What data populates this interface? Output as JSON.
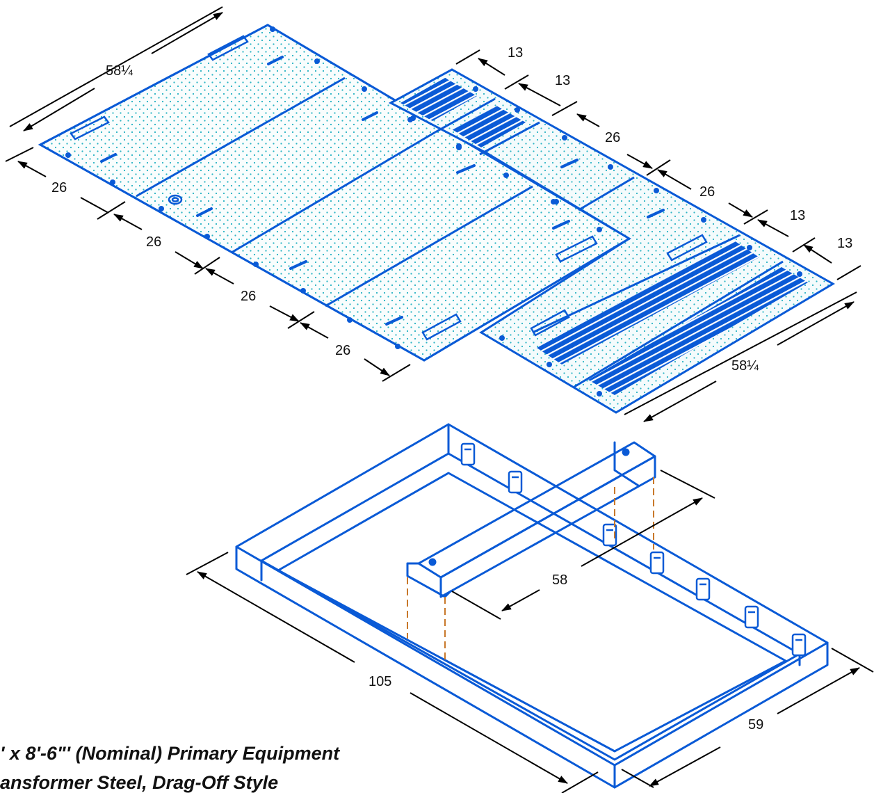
{
  "colors": {
    "outline": "#0a5ad6",
    "panel_fill": "#f4fbfc",
    "tread_dots": "#2bb3c4",
    "grating": "#0a5ad6",
    "dimension": "#000000",
    "guide_line": "#c8782a"
  },
  "dimensions": {
    "top_left_width": "58¼",
    "bottom_left_1": "26",
    "bottom_left_2": "26",
    "bottom_left_3": "26",
    "bottom_left_4": "26",
    "right_1": "13",
    "right_2": "13",
    "right_3": "26",
    "right_4": "26",
    "right_5": "13",
    "right_6": "13",
    "bottom_right_width": "58¼",
    "beam_span": "58",
    "frame_length": "105",
    "frame_width": "59"
  },
  "caption": {
    "line1": "' x 8'-6\"' (Nominal) Primary Equipment",
    "line2": "ansformer Steel, Drag-Off Style"
  }
}
